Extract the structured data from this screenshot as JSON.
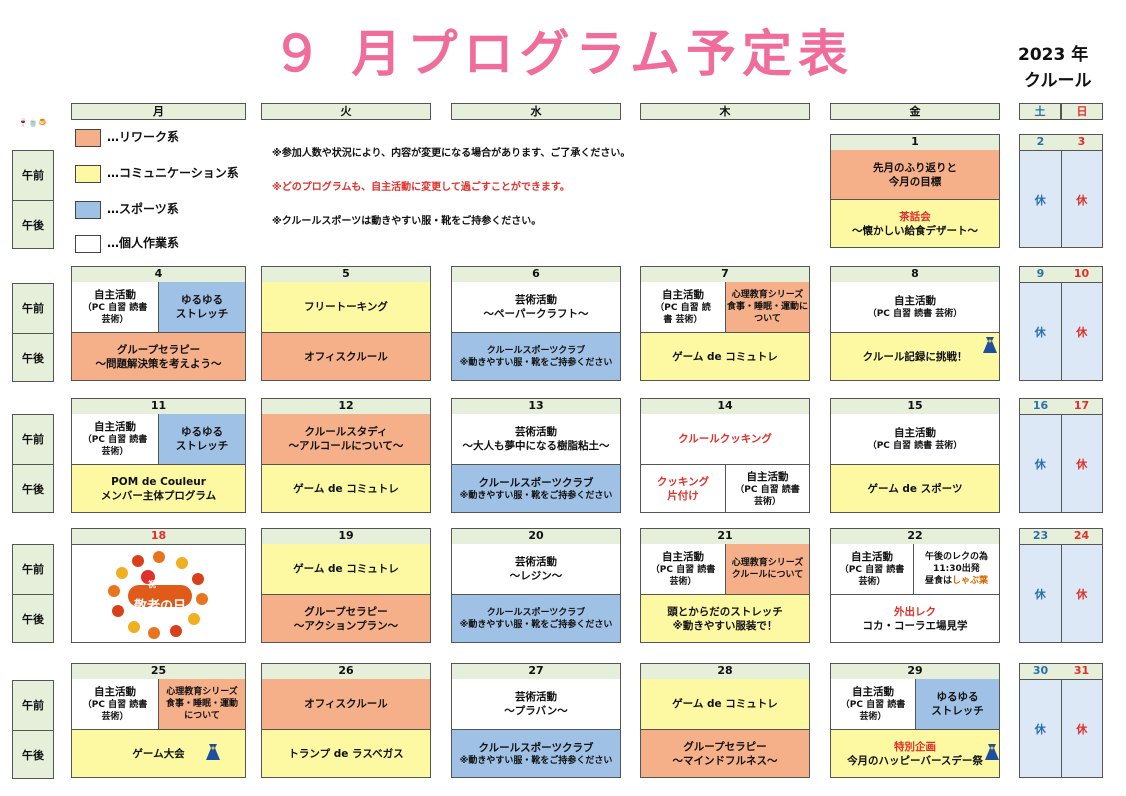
{
  "header": {
    "title": "９ 月プログラム予定表",
    "year": "2023 年",
    "unit": "クルール"
  },
  "days": {
    "mon": "月",
    "tue": "火",
    "wed": "水",
    "thu": "木",
    "fri": "金",
    "sat": "土",
    "sun": "日"
  },
  "ampm": {
    "am": "午前",
    "pm": "午後"
  },
  "legend": [
    {
      "label": "…リワーク系",
      "color": "#f5b08a"
    },
    {
      "label": "…コミュニケーション系",
      "color": "#fdf9a3"
    },
    {
      "label": "…スポーツ系",
      "color": "#9fc1e6"
    },
    {
      "label": "…個人作業系",
      "color": "#ffffff"
    }
  ],
  "notes": [
    "※参加人数や状況により、内容が変更になる場合があります、ご了承ください。",
    "※どのプログラムも、自主活動に変更して過ごすことができます。",
    "※クルールスポーツは動きやすい服・靴をご持参ください。"
  ],
  "holiday_text": "休",
  "weekends": [
    {
      "sat": "2",
      "sun": "3"
    },
    {
      "sat": "9",
      "sun": "10"
    },
    {
      "sat": "16",
      "sun": "17"
    },
    {
      "sat": "23",
      "sun": "24"
    },
    {
      "sat": "30",
      "sun": "31"
    }
  ],
  "cells": {
    "d1": {
      "num": "1",
      "am": "先月のふり返りと\n今月の目標",
      "pm1": "茶話会",
      "pm2": "～懐かしい給食デザート～"
    },
    "d4": {
      "num": "4",
      "am_a": "自主活動",
      "am_a2": "（PC 自習 読書\n芸術）",
      "am_b": "ゆるゆる\nストレッチ",
      "pm": "グループセラピー\n～問題解決策を考えよう～"
    },
    "d5": {
      "num": "5",
      "am": "フリートーキング",
      "pm": "オフィスクルール"
    },
    "d6": {
      "num": "6",
      "am": "芸術活動\n～ペーパークラフト～",
      "pm": "クルールスポーツクラブ",
      "pm2": "※動きやすい服・靴をご持参ください"
    },
    "d7": {
      "num": "7",
      "am_a": "自主活動",
      "am_a2": "（PC 自習 読\n書 芸術）",
      "am_b": "心理教育シリーズ\n食事・睡眠・運動に\nついて",
      "pm": "ゲーム de コミュトレ"
    },
    "d8": {
      "num": "8",
      "am": "自主活動",
      "am2": "（PC 自習 読書 芸術）",
      "pm": "クルール記録に挑戦！"
    },
    "d11": {
      "num": "11",
      "am_a": "自主活動",
      "am_a2": "（PC 自習 読書\n芸術）",
      "am_b": "ゆるゆる\nストレッチ",
      "pm": "POM de Couleur\nメンバー主体プログラム"
    },
    "d12": {
      "num": "12",
      "am": "クルールスタディ\n～アルコールについて～",
      "pm": "ゲーム de コミュトレ"
    },
    "d13": {
      "num": "13",
      "am": "芸術活動\n～大人も夢中になる樹脂粘土～",
      "pm": "クルールスポーツクラブ",
      "pm2": "※動きやすい服・靴をご持参ください"
    },
    "d14": {
      "num": "14",
      "am": "クルールクッキング",
      "pm_a": "クッキング\n片付け",
      "pm_b": "自主活動",
      "pm_b2": "（PC 自習 読書\n芸術）"
    },
    "d15": {
      "num": "15",
      "am": "自主活動",
      "am2": "（PC 自習 読書 芸術）",
      "pm": "ゲーム de スポーツ"
    },
    "d18": {
      "num": "18",
      "badge": "祝",
      "holiday": "敬老の日"
    },
    "d19": {
      "num": "19",
      "am": "ゲーム de コミュトレ",
      "pm": "グループセラピー\n～アクションプラン～"
    },
    "d20": {
      "num": "20",
      "am": "芸術活動\n～レジン～",
      "pm": "クルールスポーツクラブ",
      "pm2": "※動きやすい服・靴をご持参ください"
    },
    "d21": {
      "num": "21",
      "am_a": "自主活動",
      "am_a2": "（PC 自習 読書\n芸術）",
      "am_b": "心理教育シリーズ\nクルールについて",
      "pm": "頭とからだのストレッチ\n※動きやすい服装で！"
    },
    "d22": {
      "num": "22",
      "am_a": "自主活動",
      "am_a2": "（PC 自習 読書\n芸術）",
      "am_b1": "午後のレクの為\n11:30出発",
      "am_b2": "昼食は",
      "am_b3": "しゃぶ葉",
      "pm1": "外出レク",
      "pm2": "コカ・コーラエ場見学"
    },
    "d25": {
      "num": "25",
      "am_a": "自主活動",
      "am_a2": "（PC 自習 読書\n芸術）",
      "am_b": "心理教育シリーズ\n食事・睡眠・運動\nについて",
      "pm": "ゲーム大会"
    },
    "d26": {
      "num": "26",
      "am": "オフィスクルール",
      "pm": "トランプ de ラスベガス"
    },
    "d27": {
      "num": "27",
      "am": "芸術活動\n～プラバン～",
      "pm": "クルールスポーツクラブ",
      "pm2": "※動きやすい服・靴をご持参ください"
    },
    "d28": {
      "num": "28",
      "am": "ゲーム de コミュトレ",
      "pm": "グループセラピー\n～マインドフルネス～"
    },
    "d29": {
      "num": "29",
      "am_a": "自主活動",
      "am_a2": "（PC 自習 読書\n芸術）",
      "am_b": "ゆるゆる\nストレッチ",
      "pm1": "特別企画",
      "pm2": "今月のハッピーバースデー祭"
    }
  }
}
